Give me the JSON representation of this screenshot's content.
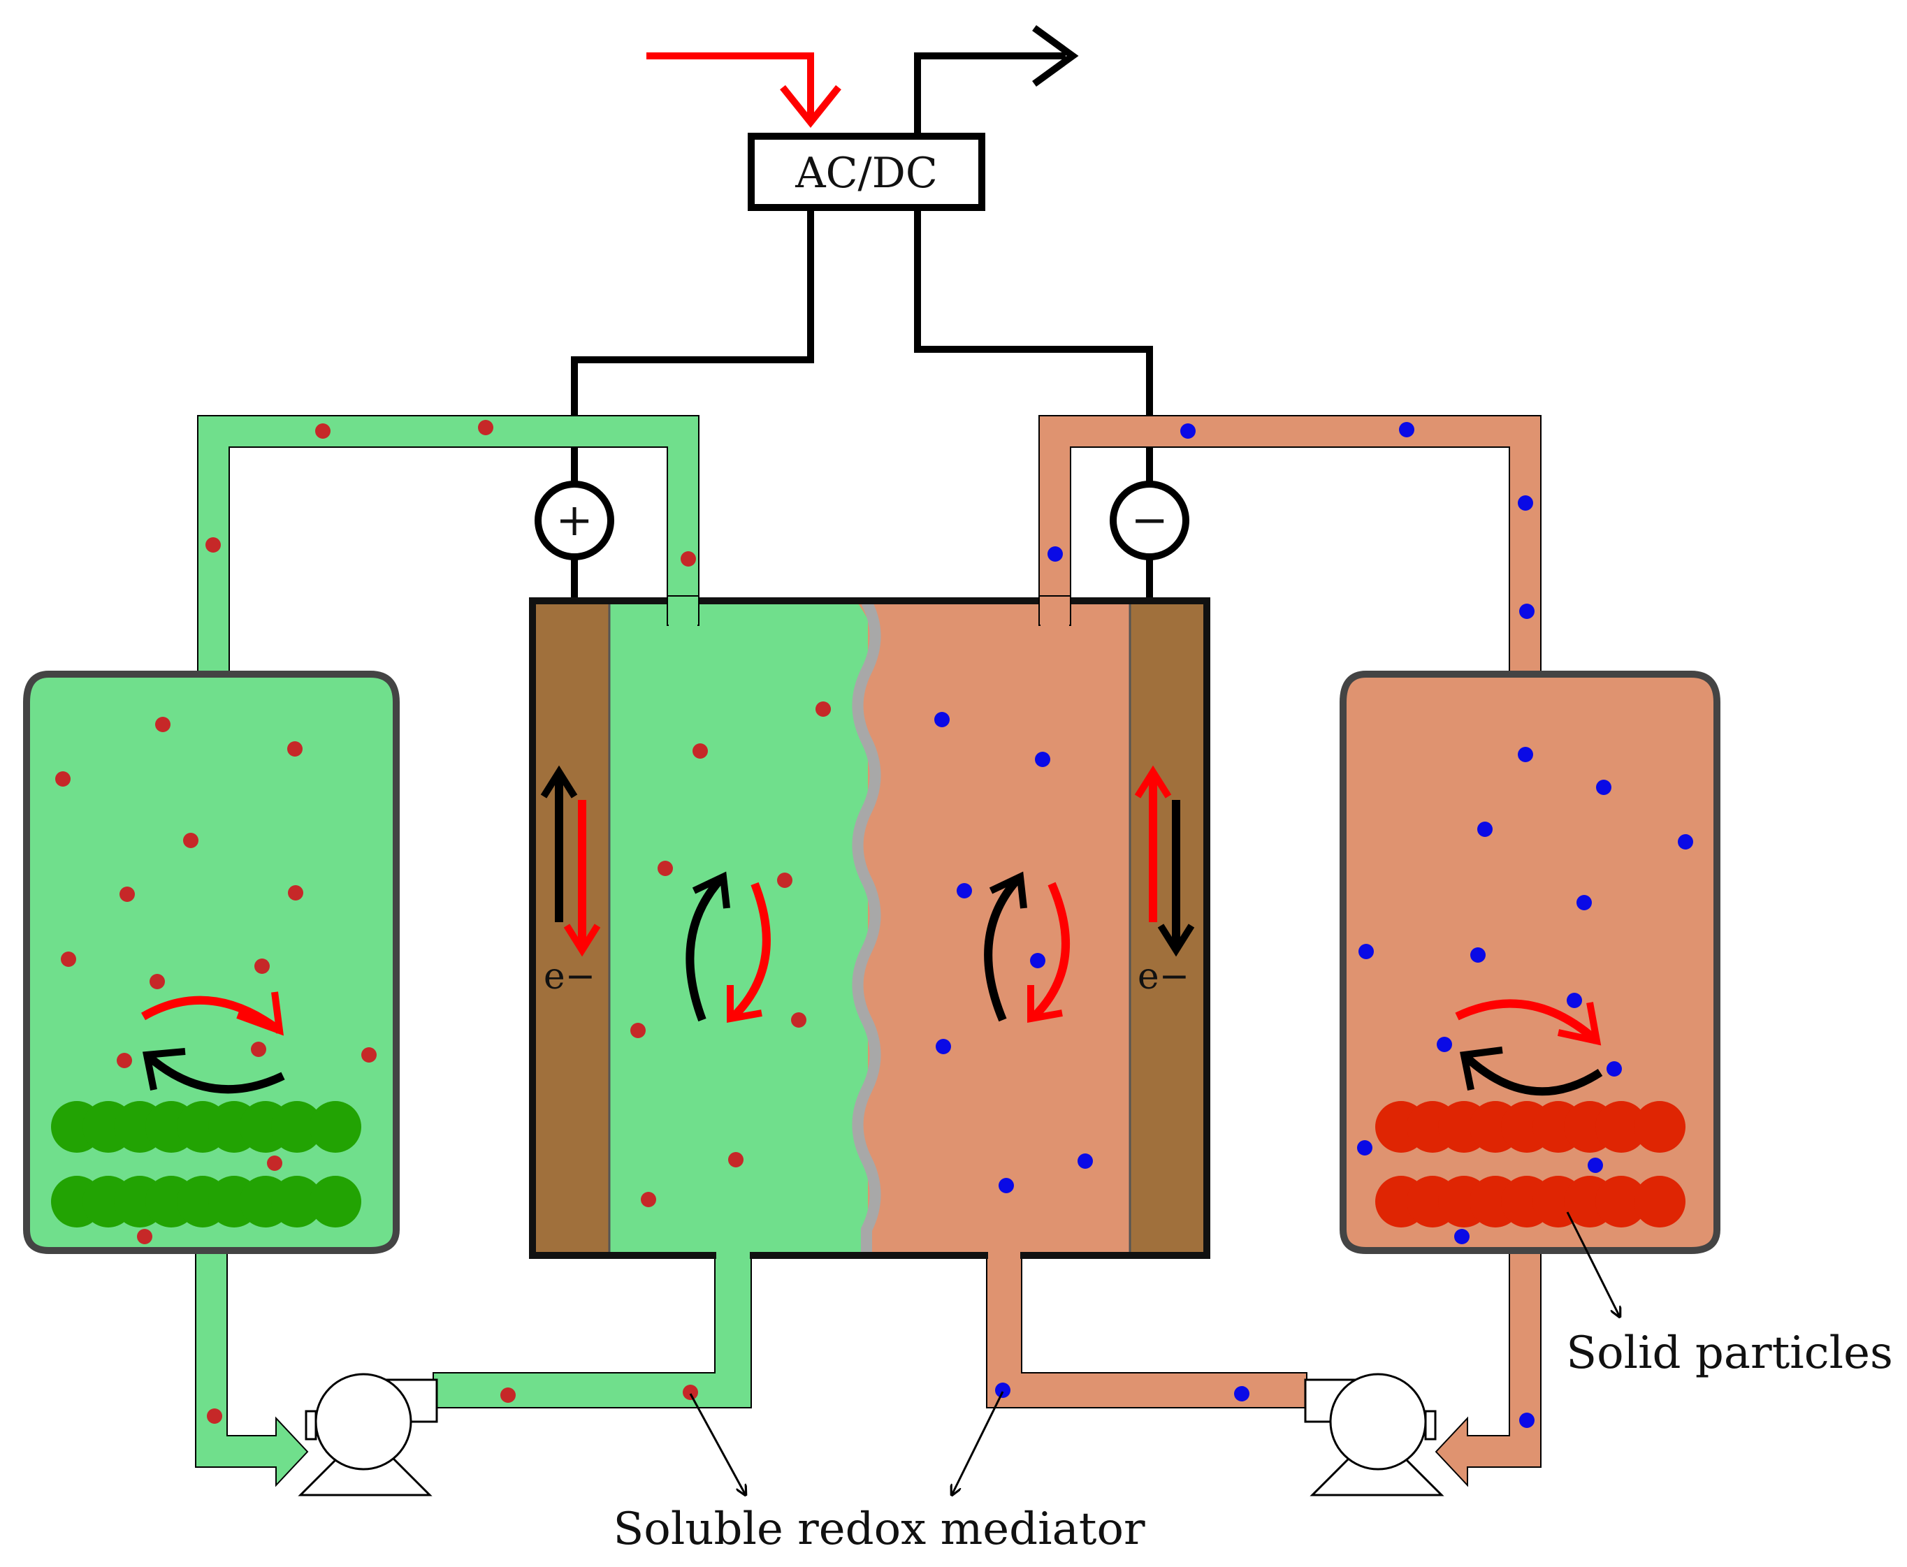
{
  "labels": {
    "converter": "AC/DC",
    "positive_terminal": "+",
    "negative_terminal": "−",
    "electron_left": "e−",
    "electron_right": "e−",
    "solid_particles": "Solid particles",
    "soluble_redox_mediator": "Soluble redox mediator"
  },
  "colors": {
    "green_electrolyte": "#70df8c",
    "orange_electrolyte": "#df9370",
    "green_solid": "#22a303",
    "red_solid": "#df2503",
    "electrode": "#a0703c",
    "membrane": "#a8a8a8",
    "red_mediator_dot": "#c62828",
    "blue_mediator_dot": "#0a0ae6",
    "red_arrow": "#ff0000",
    "black_arrow": "#000000",
    "tank_border": "#444444"
  },
  "icons": {
    "pump": "centrifugal-pump-icon",
    "plus": "plus-circle-icon",
    "minus": "minus-circle-icon"
  }
}
